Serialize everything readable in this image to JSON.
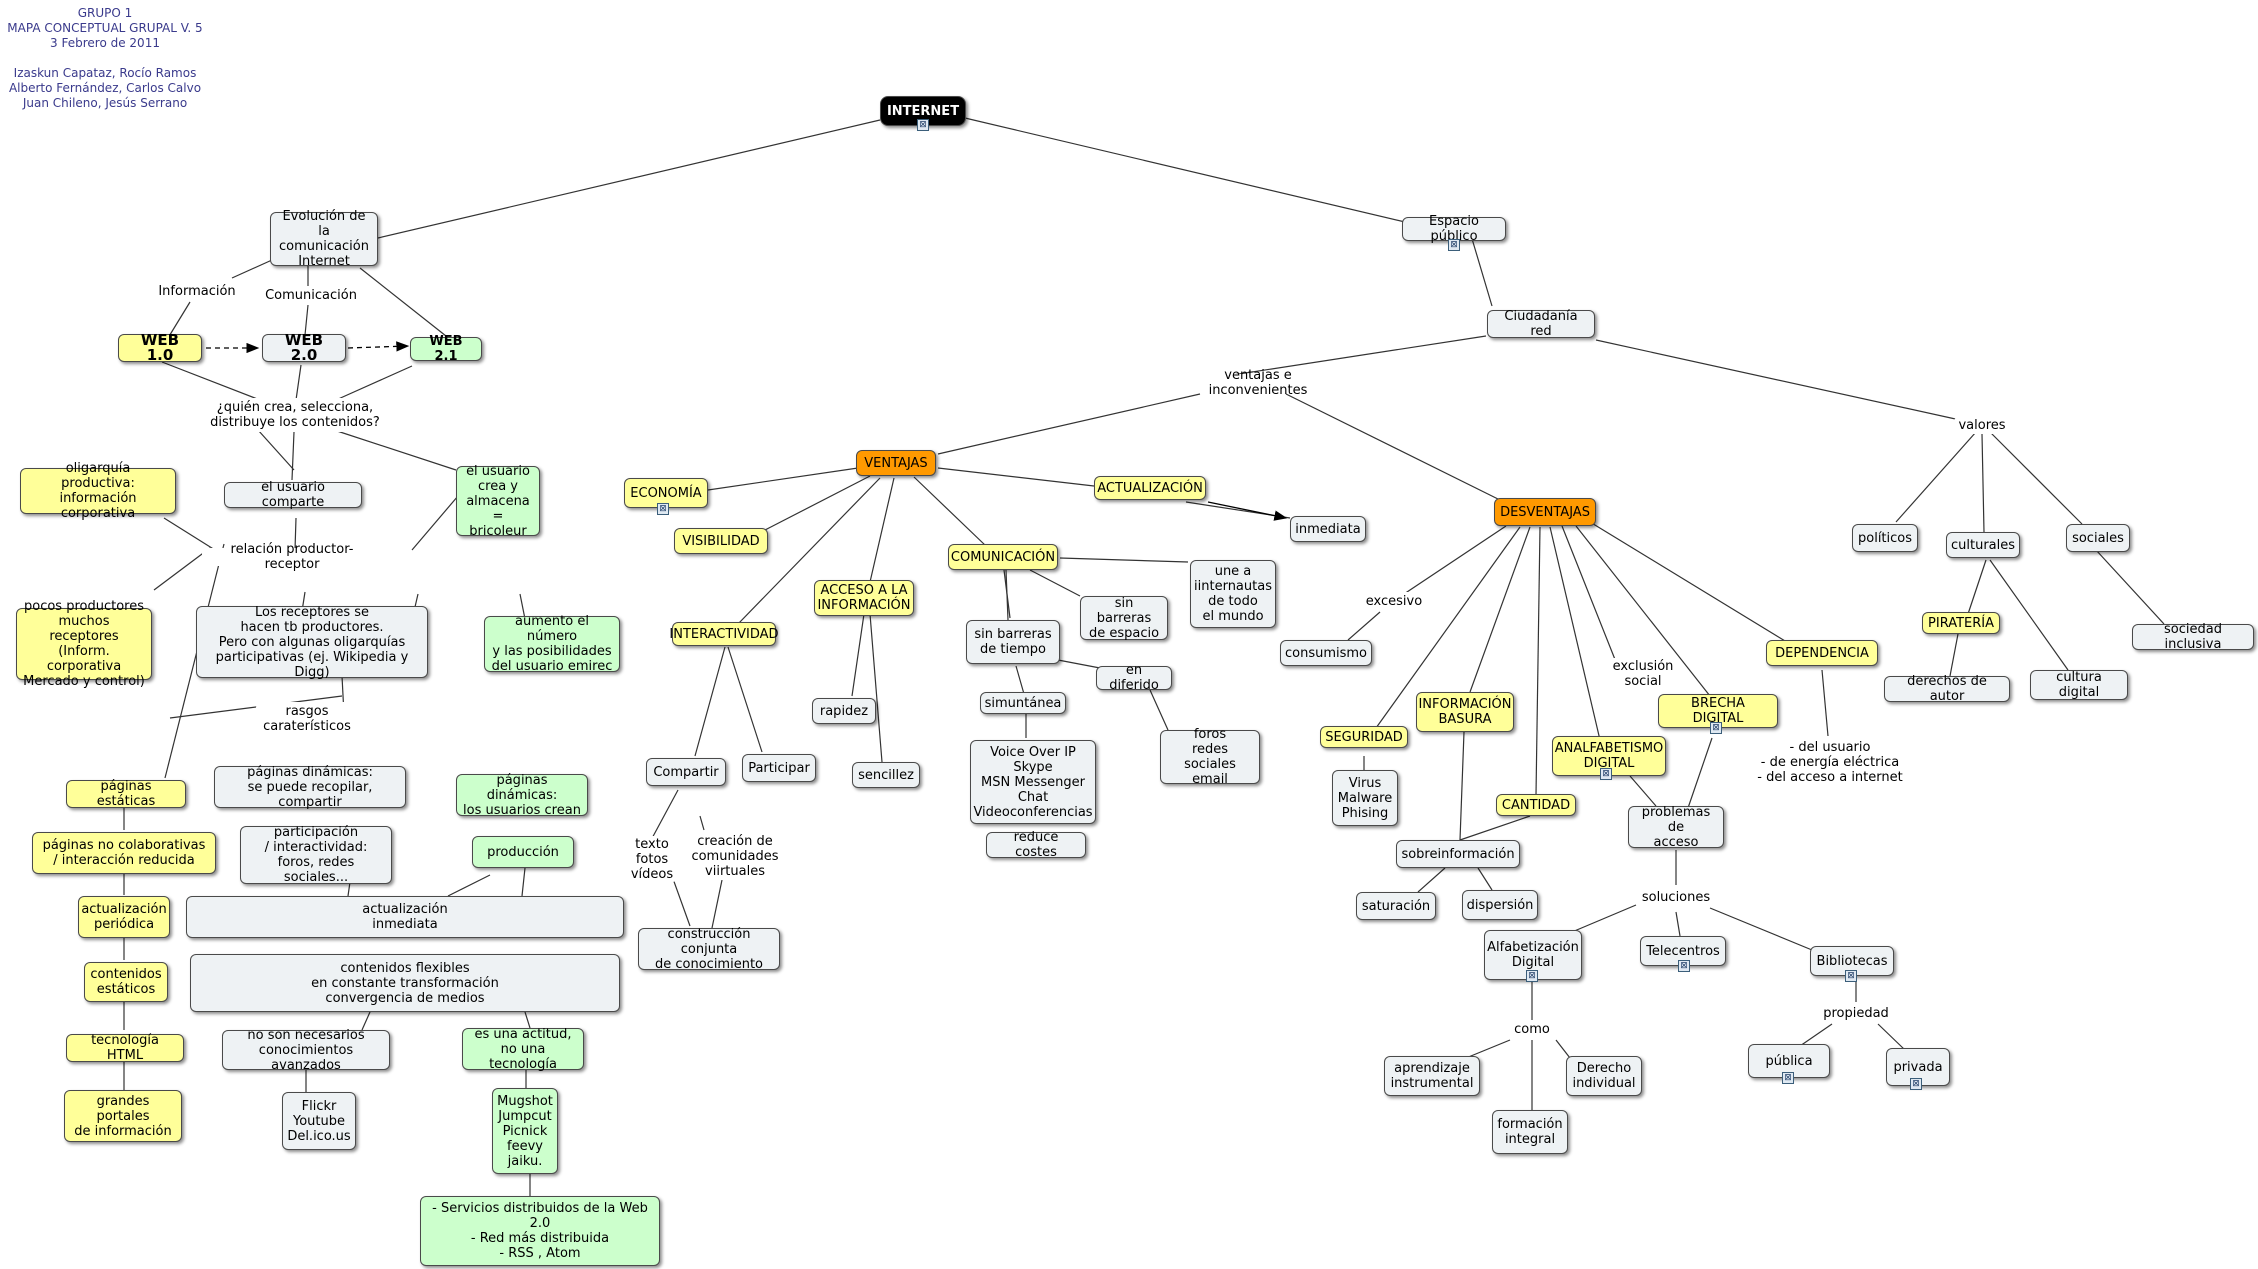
{
  "credits": {
    "text": "GRUPO 1\nMAPA CONCEPTUAL GRUPAL V. 5\n3 Febrero de 2011\n\nIzaskun Capataz, Rocío Ramos\nAlberto Fernández, Carlos Calvo\nJuan Chileno, Jesús Serrano"
  },
  "icons": {
    "resource": "document-icon",
    "resource_glyph": "⊠"
  },
  "colors": {
    "white": "#eef2f4",
    "yellow": "#ffff99",
    "green": "#ccffcc",
    "orange": "#ff9900",
    "black": "#000000"
  },
  "nodes": {
    "internet": "INTERNET",
    "evolucion": "Evolución de la\ncomunicación\nInternet",
    "espacio_publico": "Espacio público",
    "informacion": "Información",
    "comunicacion": "Comunicación",
    "web10": "WEB 1.0",
    "web20": "WEB 2.0",
    "web21": "WEB 2.1",
    "quien_crea": "¿quién crea, selecciona,\ndistribuye los contenidos?",
    "oligarquia": "oligarquía productiva:\ninformación corporativa",
    "usuario_comparte": "el usuario comparte",
    "usuario_crea": "el usuario\ncrea y\nalmacena\n= bricoleur",
    "relacion": "relación productor-receptor",
    "pocos_productores": "pocos productores\nmuchos receptores\n(Inform. corporativa\nMercado y control)",
    "receptores_productores": "Los receptores se\nhacen tb productores.\nPero con algunas oligarquías\nparticipativas (ej. Wikipedia y Digg)",
    "aumento": "aumento el número\ny las posibilidades\ndel usuario emirec",
    "rasgos": "rasgos\ncaraterísticos",
    "paginas_estaticas": "páginas estáticas",
    "paginas_dinamicas_recopilar": "páginas dinámicas:\nse puede recopilar, compartir",
    "paginas_dinamicas_crean": "páginas dinámicas:\nlos usuarios crean",
    "no_colaborativas": "páginas no colaborativas\n/ interacción reducida",
    "participacion": "participación\n/ interactividad:\nforos, redes sociales...",
    "produccion": "producción",
    "actualizacion_periodica": "actualización\nperiódica",
    "actualizacion_inmediata": "actualización\ninmediata",
    "contenidos_estaticos": "contenidos\nestáticos",
    "contenidos_flexibles": "contenidos flexibles\nen constante transformación\nconvergencia de medios",
    "tecnologia_html": "tecnología HTML",
    "no_necesarios": "no son necesarios\nconocimientos avanzados",
    "actitud": "es una actitud,\nno una tecnología",
    "grandes_portales": "grandes portales\nde información",
    "flickr": "Flickr\nYoutube\nDel.ico.us",
    "mugshot": "Mugshot\nJumpcut\nPicnick\nfeevy\njaiku.",
    "servicios": "- Servicios distribuidos de la Web 2.0\n- Red más distribuida\n- RSS , Atom",
    "ciudadania": "Ciudadanía red",
    "ventajas_inconvenientes": "ventajas e inconvenientes",
    "valores": "valores",
    "ventajas": "VENTAJAS",
    "desventajas": "DESVENTAJAS",
    "economia": "ECONOMÍA",
    "visibilidad": "VISIBILIDAD",
    "actualizacion": "ACTUALIZACIÓN",
    "inmediata": "inmediata",
    "comunicacion_v": "COMUNICACIÓN",
    "acceso_informacion": "ACCESO A LA\nINFORMACIÓN",
    "interactividad": "INTERACTIVIDAD",
    "une": "une a\niinternautas\nde todo\nel mundo",
    "sin_barreras_espacio": "sin barreras\nde espacio",
    "sin_barreras_tiempo": "sin barreras\nde tiempo",
    "en_diferido": "en diferido",
    "simultanea": "simuntánea",
    "voice": "Voice Over IP\nSkype\nMSN Messenger\nChat\nVideoconferencias",
    "reduce_costes": "reduce costes",
    "foros": "foros\nredes sociales\nemail",
    "rapidez": "rapidez",
    "sencillez": "sencillez",
    "compartir": "Compartir",
    "participar": "Participar",
    "texto_fotos": "texto\nfotos\nvídeos",
    "creacion_comunidades": "creación de\ncomunidades\nviirtuales",
    "construccion": "construcción conjunta\nde conocimiento",
    "excesivo": "excesivo",
    "consumismo": "consumismo",
    "seguridad": "SEGURIDAD",
    "virus": "Virus\nMalware\nPhising",
    "informacion_basura": "INFORMACIÓN\nBASURA",
    "cantidad": "CANTIDAD",
    "sobreinformacion": "sobreinformación",
    "saturacion": "saturación",
    "dispersion": "dispersión",
    "analfabetismo": "ANALFABETISMO\nDIGITAL",
    "exclusion": "exclusión\nsocial",
    "brecha": "BRECHA DIGITAL",
    "problemas": "problemas de\nacceso",
    "soluciones": "soluciones",
    "alfabetizacion": "Alfabetización\nDigital",
    "telecentros": "Telecentros",
    "bibliotecas": "Bibliotecas",
    "como": "como",
    "aprendizaje": "aprendizaje\ninstrumental",
    "derecho": "Derecho\nindividual",
    "formacion": "formación\nintegral",
    "propiedad": "propiedad",
    "publica": "pública",
    "privada": "privada",
    "dependencia": "DEPENDENCIA",
    "del_usuario": "- del usuario\n- de energía eléctrica\n- del acceso a internet",
    "politicos": "políticos",
    "culturales": "culturales",
    "sociales": "sociales",
    "pirateria": "PIRATERÍA",
    "derechos_autor": "derechos de autor",
    "cultura_digital": "cultura digital",
    "sociedad_inclusiva": "sociedad inclusiva"
  }
}
